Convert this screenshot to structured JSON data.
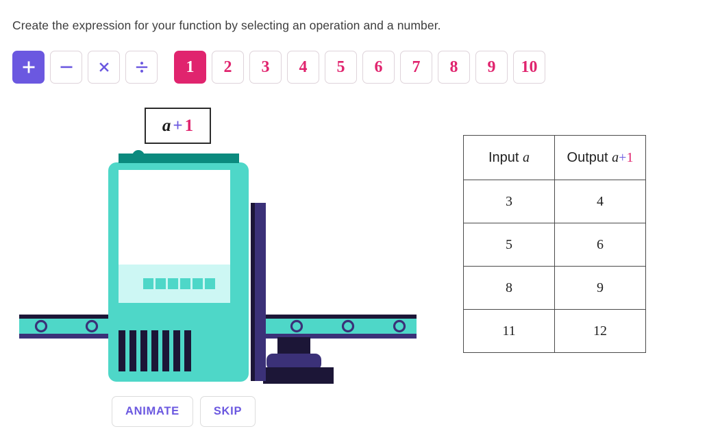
{
  "prompt": "Create the expression for your function by selecting an operation and a number.",
  "operations": [
    {
      "id": "plus",
      "icon": "plus-icon",
      "label": "+",
      "selected": true
    },
    {
      "id": "minus",
      "icon": "minus-icon",
      "label": "−",
      "selected": false
    },
    {
      "id": "multiply",
      "icon": "multiply-icon",
      "label": "×",
      "selected": false
    },
    {
      "id": "divide",
      "icon": "divide-icon",
      "label": "÷",
      "selected": false
    }
  ],
  "numbers": [
    {
      "label": "1",
      "selected": true
    },
    {
      "label": "2",
      "selected": false
    },
    {
      "label": "3",
      "selected": false
    },
    {
      "label": "4",
      "selected": false
    },
    {
      "label": "5",
      "selected": false
    },
    {
      "label": "6",
      "selected": false
    },
    {
      "label": "7",
      "selected": false
    },
    {
      "label": "8",
      "selected": false
    },
    {
      "label": "9",
      "selected": false
    },
    {
      "label": "10",
      "selected": false
    }
  ],
  "expression": {
    "variable": "a",
    "operator": "+",
    "number": "1"
  },
  "actions": {
    "animate_label": "ANIMATE",
    "skip_label": "SKIP"
  },
  "table": {
    "headers": {
      "input_prefix": "Input",
      "input_var": "a",
      "output_prefix": "Output",
      "output_var": "a",
      "output_op": "+",
      "output_num": "1"
    },
    "rows": [
      {
        "input": "3",
        "output": "4"
      },
      {
        "input": "5",
        "output": "6"
      },
      {
        "input": "8",
        "output": "9"
      },
      {
        "input": "11",
        "output": "12"
      }
    ]
  },
  "machine": {
    "alt": "function-machine-illustration",
    "colors": {
      "body_teal": "#4ed7c8",
      "top_bar_dark_teal": "#0b8a7e",
      "screen_white": "#ffffff",
      "band_light_cyan": "#cdf7f4",
      "navy": "#1c1637",
      "purple_column": "#3b3178",
      "belt_teal": "#4ed7c8"
    }
  },
  "theme": {
    "operation_accent": "#6b58e0",
    "number_accent": "#e0246e",
    "text": "#3c3c3c"
  }
}
